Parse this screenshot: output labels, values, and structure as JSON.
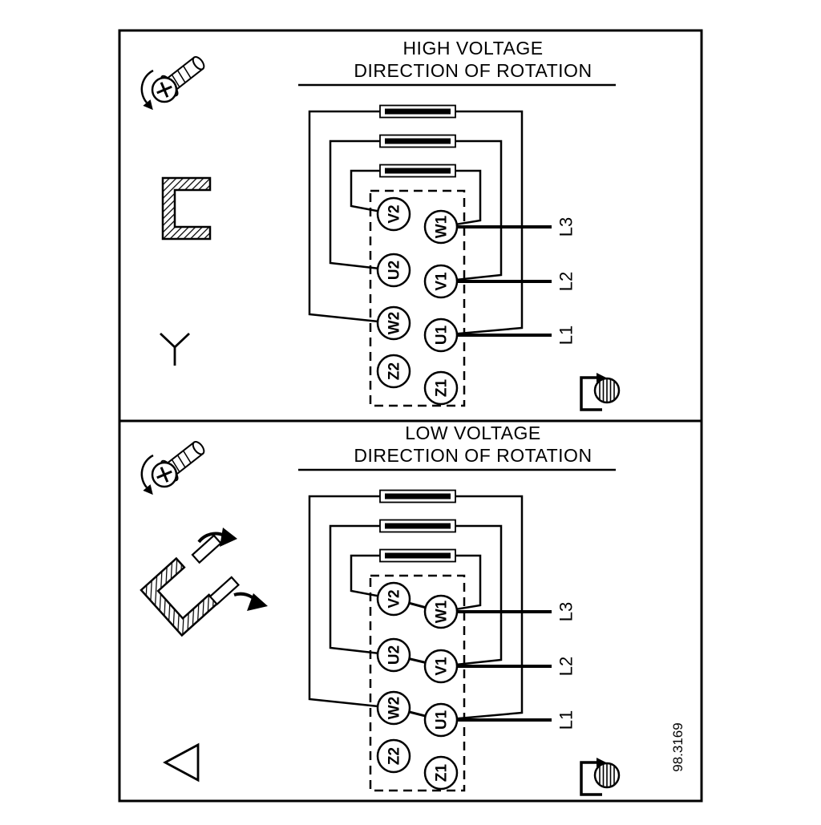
{
  "figure": {
    "number": "98.3169",
    "background_color": "#ffffff",
    "line_color": "#000000"
  },
  "panels": [
    {
      "id": "high-voltage",
      "title_line1": "HIGH VOLTAGE",
      "title_line2": "DIRECTION OF ROTATION",
      "connection_symbol": "star",
      "terminals": {
        "left": [
          "V2",
          "U2",
          "W2",
          "Z2"
        ],
        "right": [
          "W1",
          "V1",
          "U1",
          "Z1"
        ]
      },
      "supply_lines": [
        "L3",
        "L2",
        "L1"
      ]
    },
    {
      "id": "low-voltage",
      "title_line1": "LOW VOLTAGE",
      "title_line2": "DIRECTION OF ROTATION",
      "connection_symbol": "delta",
      "terminals": {
        "left": [
          "V2",
          "U2",
          "W2",
          "Z2"
        ],
        "right": [
          "W1",
          "V1",
          "U1",
          "Z1"
        ]
      },
      "supply_lines": [
        "L3",
        "L2",
        "L1"
      ]
    }
  ]
}
